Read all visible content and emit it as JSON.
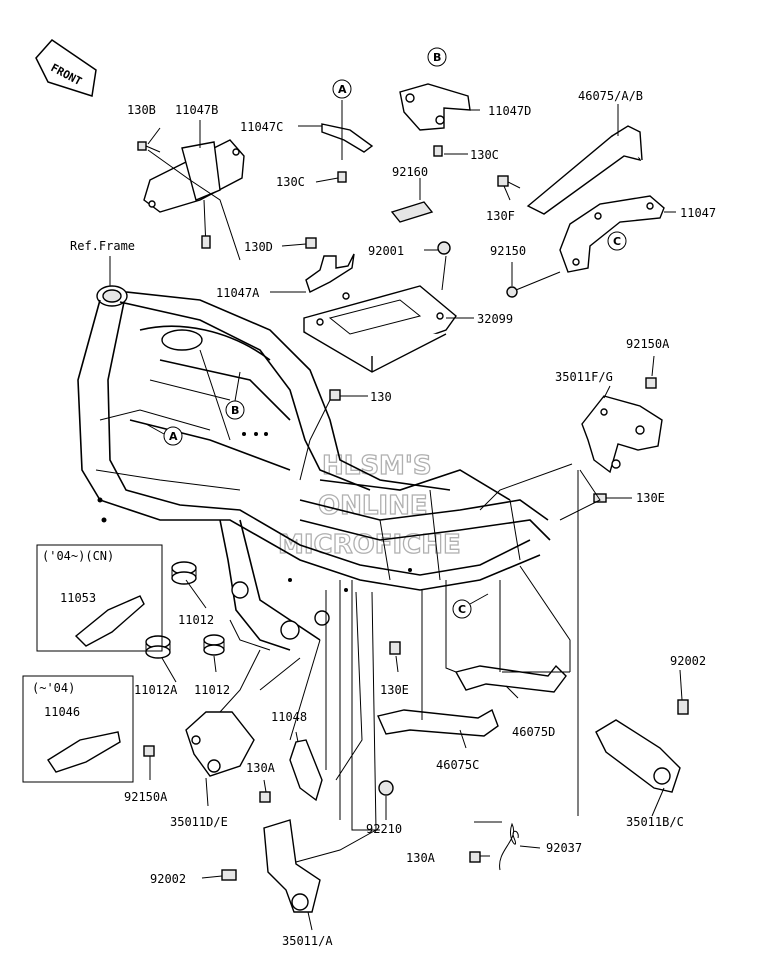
{
  "watermark": [
    "HLSM'S",
    "ONLINE",
    "MICROFICHE"
  ],
  "front_label": "FRONT",
  "ref_frame": "Ref.Frame",
  "callouts": [
    "A",
    "B",
    "C"
  ],
  "box_cn": {
    "title": "('04~)(CN)",
    "part": "11053"
  },
  "box_04": {
    "title": "(~'04)",
    "part": "11046"
  },
  "parts": {
    "p130B": "130B",
    "p11047B": "11047B",
    "p11047C": "11047C",
    "p130C_left": "130C",
    "p11047D": "11047D",
    "p130C_right": "130C",
    "p46075AB": "46075/A/B",
    "p92160": "92160",
    "p130F": "130F",
    "p11047": "11047",
    "p130D": "130D",
    "p92001": "92001",
    "p92150": "92150",
    "p11047A": "11047A",
    "p32099": "32099",
    "p92150A_top": "92150A",
    "p35011FG": "35011F/G",
    "p130": "130",
    "p130E_right": "130E",
    "p11012_mid": "11012",
    "p11012A": "11012A",
    "p11012_low": "11012",
    "p130E_low": "130E",
    "p46075D": "46075D",
    "p92002_right": "92002",
    "p11048": "11048",
    "p130A_left": "130A",
    "p92150A_low": "92150A",
    "p35011DE": "35011D/E",
    "p46075C": "46075C",
    "p35011BC": "35011B/C",
    "p92210": "92210",
    "p130A_low": "130A",
    "p92037": "92037",
    "p92002_left": "92002",
    "p35011A": "35011/A"
  }
}
